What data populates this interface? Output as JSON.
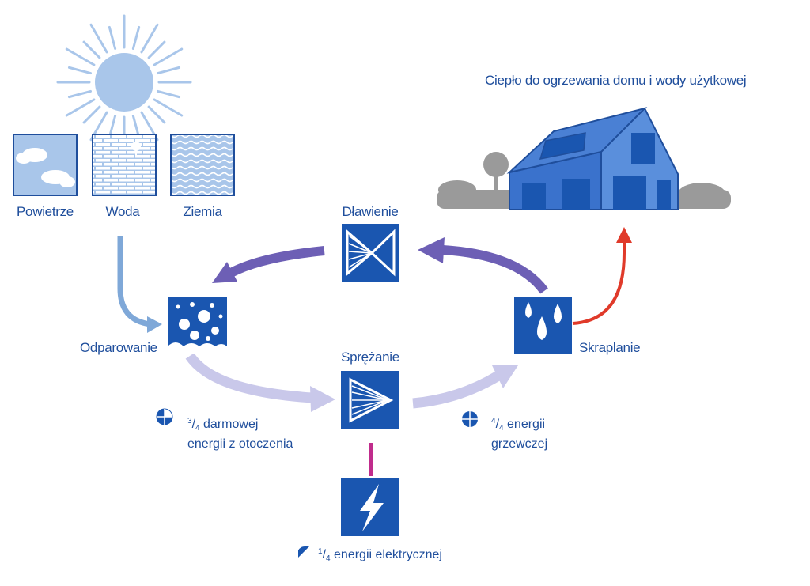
{
  "colors": {
    "primary_blue": "#1a56b0",
    "label_blue": "#1f4e9c",
    "sun": "#a9c6ea",
    "flow_light": "#c9c8ea",
    "cycle_purple": "#6d5fb5",
    "source_arrow": "#7fa8d8",
    "output_red": "#e03a2a",
    "electric_magenta": "#c02c8c",
    "house_blue": "#3a72cc",
    "tree_grey": "#9a9a9a"
  },
  "icons": [
    "sun-icon",
    "air-icon",
    "water-icon",
    "earth-icon",
    "throttling-valve-icon",
    "evaporator-icon",
    "compressor-icon",
    "condenser-icon",
    "electricity-icon",
    "house-icon",
    "quarter-pie-icon",
    "full-pie-icon"
  ],
  "sources": {
    "air": "Powietrze",
    "water": "Woda",
    "earth": "Ziemia"
  },
  "house_title": "Ciepło do ogrzewania domu i wody użytkowej",
  "stages": {
    "throttling": "Dławienie",
    "evaporation": "Odparowanie",
    "compression": "Sprężanie",
    "condensation": "Skraplanie"
  },
  "energy": {
    "ambient": {
      "num": "3",
      "den": "4",
      "line1": "darmowej",
      "line2": "energii z otoczenia",
      "fraction": 0.75
    },
    "heating": {
      "num": "4",
      "den": "4",
      "line1": "energii",
      "line2": "grzewczej",
      "fraction": 1.0
    },
    "electric": {
      "num": "1",
      "den": "4",
      "line1": "energii elektrycznej",
      "fraction": 0.25
    }
  }
}
